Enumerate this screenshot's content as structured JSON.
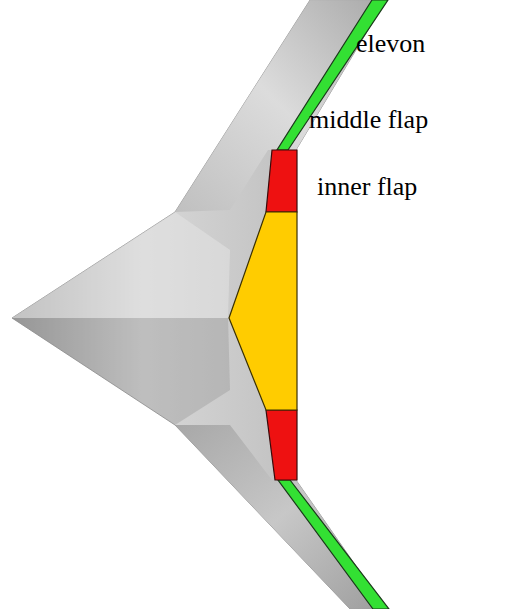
{
  "diagram": {
    "labels": [
      "elevon",
      "middle flap",
      "inner flap"
    ]
  }
}
